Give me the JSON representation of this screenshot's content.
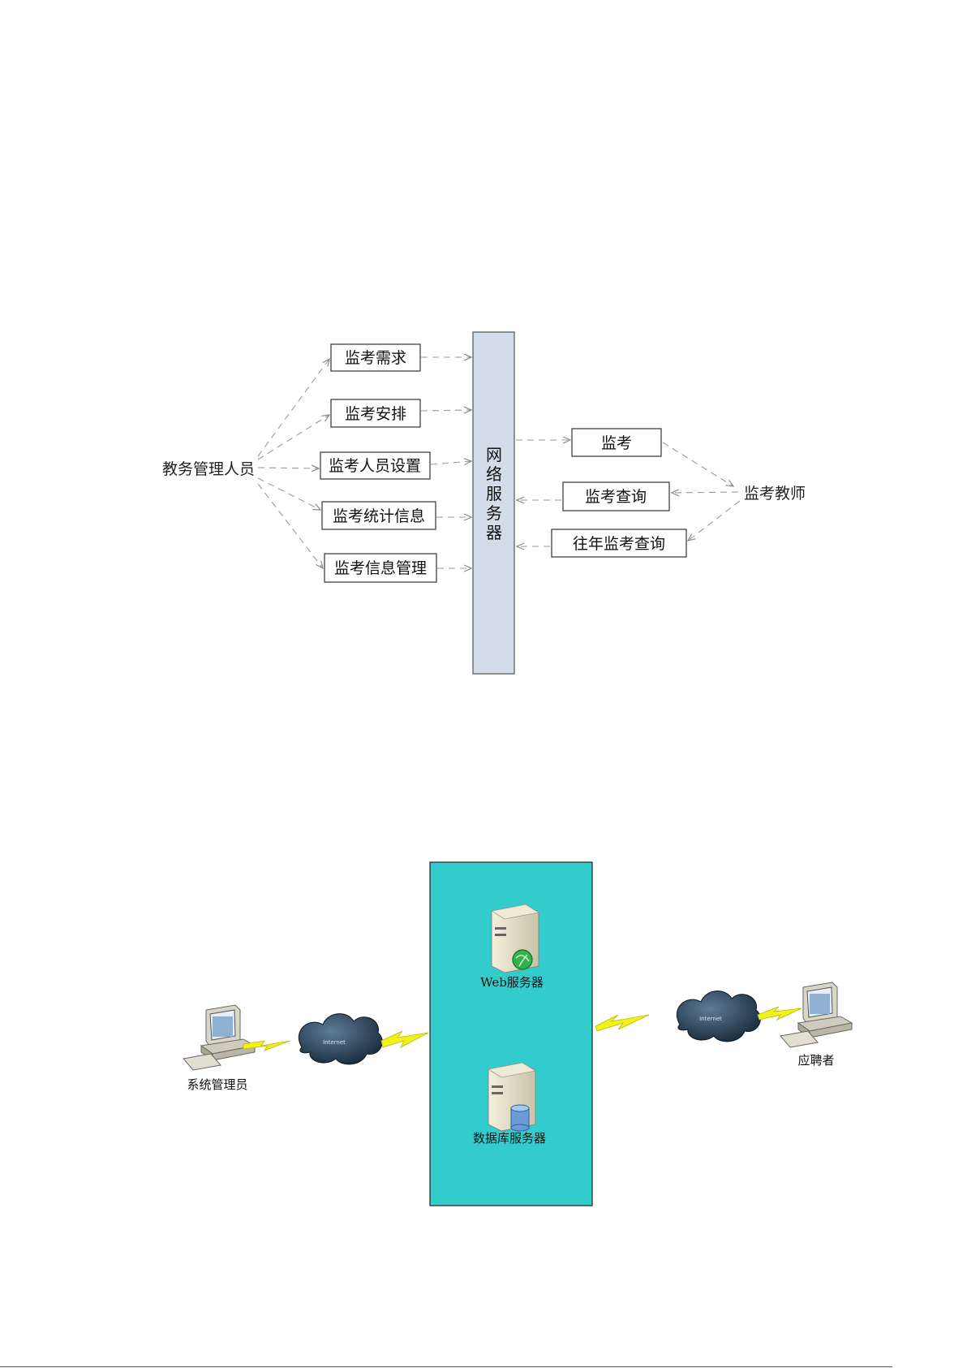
{
  "diagram1": {
    "server_label": [
      "网",
      "络",
      "服",
      "务",
      "器"
    ],
    "left_actor": "教务管理人员",
    "right_actor": "监考教师",
    "left_boxes": [
      "监考需求",
      "监考安排",
      "监考人员设置",
      "监考统计信息",
      "监考信息管理"
    ],
    "right_boxes": [
      "监考",
      "监考查询",
      "往年监考查询"
    ],
    "colors": {
      "server_fill": "#d3dde9",
      "line": "#9a9a9a"
    }
  },
  "diagram2": {
    "web_server_label": "Web服务器",
    "db_server_label": "数据库服务器",
    "left_pc_label": "系统管理员",
    "right_pc_label": "应聘者",
    "cloud_label": "Internet",
    "colors": {
      "panel_fill": "#33cccc",
      "lightning": "#f2f21a",
      "cloud": "#1b3145"
    }
  }
}
